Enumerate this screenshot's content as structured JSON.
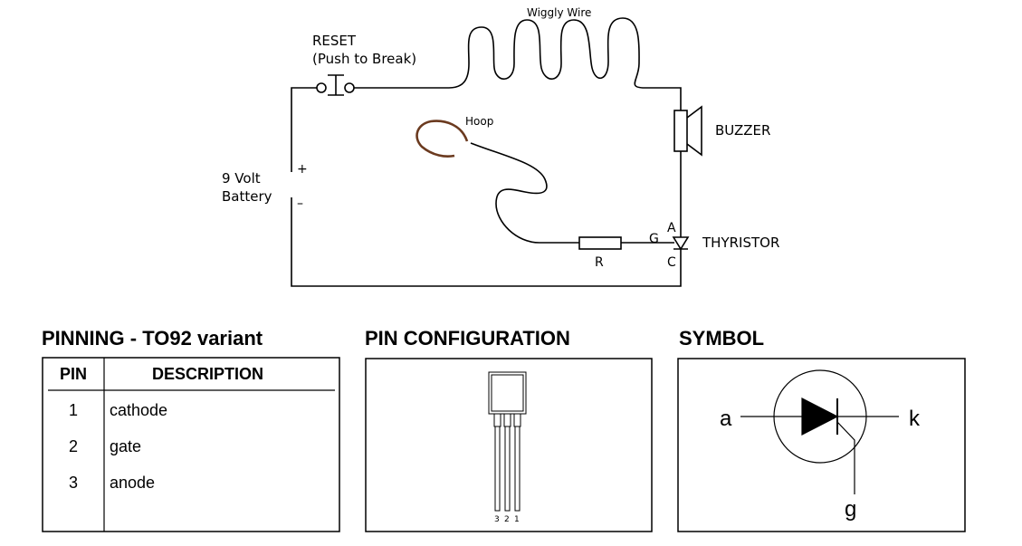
{
  "circuit": {
    "wiggly_wire_label": "Wiggly Wire",
    "reset_label_line1": "RESET",
    "reset_label_line2": "(Push to Break)",
    "hoop_label": "Hoop",
    "buzzer_label": "BUZZER",
    "battery_label_line1": "9 Volt",
    "battery_label_line2": "Battery",
    "battery_plus": "+",
    "battery_minus": "–",
    "thyristor_label": "THYRISTOR",
    "pin_a": "A",
    "pin_g": "G",
    "pin_c": "C",
    "resistor_label": "R"
  },
  "pinning": {
    "title": "PINNING - TO92 variant",
    "headers": {
      "pin": "PIN",
      "description": "DESCRIPTION"
    },
    "rows": [
      {
        "pin": "1",
        "description": "cathode"
      },
      {
        "pin": "2",
        "description": "gate"
      },
      {
        "pin": "3",
        "description": "anode"
      }
    ]
  },
  "pin_config": {
    "title": "PIN CONFIGURATION",
    "pin_numbers": [
      "3",
      "2",
      "1"
    ]
  },
  "symbol": {
    "title": "SYMBOL",
    "terminal_a": "a",
    "terminal_k": "k",
    "terminal_g": "g"
  },
  "colors": {
    "hoop": "#6b3a1f",
    "line": "#000000"
  }
}
